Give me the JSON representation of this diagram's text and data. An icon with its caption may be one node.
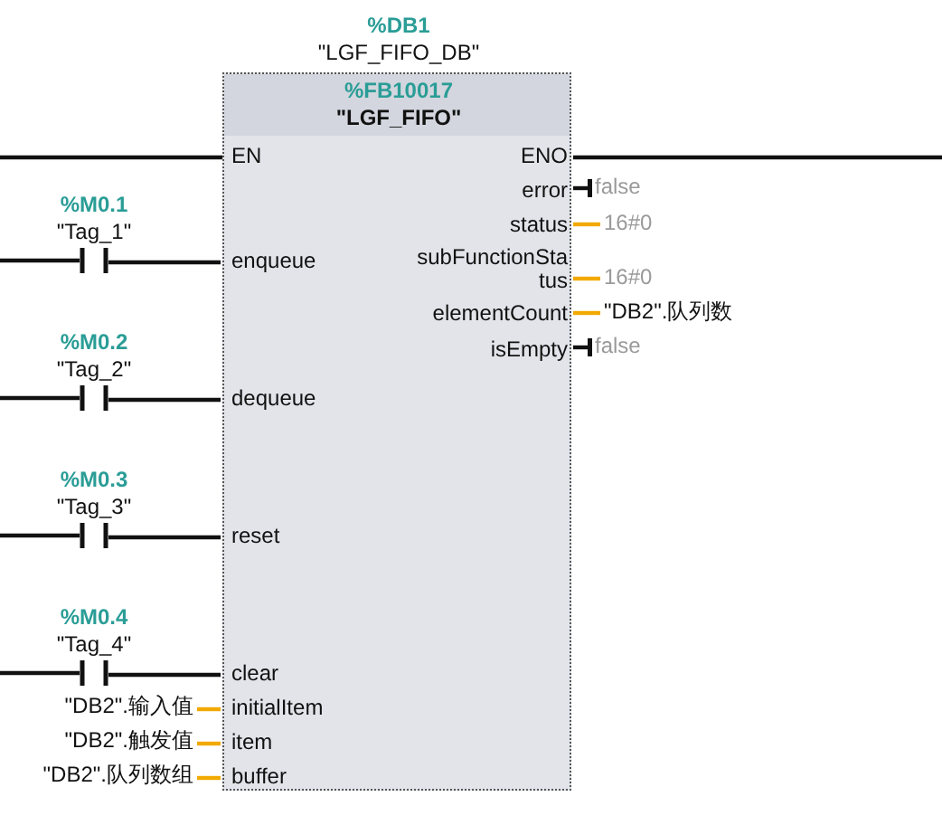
{
  "diagram": {
    "nodes": [
      {
        "text": [
          "%DB1",
          "\"LGF_FIFO_DB\"",
          "%FB10017",
          "\"LGF_FIFO\""
        ]
      },
      {
        "text": [
          "EN"
        ],
        "in": 0
      },
      {
        "text": [
          "enqueue"
        ],
        "in": 0
      },
      {
        "text": [
          "dequeue"
        ],
        "in": 0
      },
      {
        "text": [
          "reset"
        ],
        "in": 0
      },
      {
        "text": [
          "clear"
        ],
        "in": 0
      },
      {
        "text": [
          "initialItem"
        ],
        "in": 0
      },
      {
        "text": [
          "item"
        ],
        "in": 0
      },
      {
        "text": [
          "buffer"
        ],
        "in": 0
      },
      {
        "text": [
          "ENO"
        ],
        "in": 0
      },
      {
        "text": [
          "error"
        ],
        "in": 0
      },
      {
        "text": [
          "status"
        ],
        "in": 0
      },
      {
        "text": [
          "subFunctionSta tus"
        ],
        "in": 0
      },
      {
        "text": [
          "elementCount"
        ],
        "in": 0
      },
      {
        "text": [
          "isEmpty"
        ],
        "in": 0
      },
      {
        "text": [
          "%M0.1",
          "\"Tag_1\""
        ]
      },
      {
        "text": [
          "%M0.2",
          "\"Tag_2\""
        ]
      },
      {
        "text": [
          "%M0.3",
          "\"Tag_3\""
        ]
      },
      {
        "text": [
          "%M0.4",
          "\"Tag_4\""
        ]
      },
      {
        "text": [
          "\"DB2\".输入值"
        ]
      },
      {
        "text": [
          "\"DB2\".触发值"
        ]
      },
      {
        "text": [
          "\"DB2\".队列数组"
        ]
      },
      {
        "text": [
          "false"
        ]
      },
      {
        "text": [
          "16#0"
        ]
      },
      {
        "text": [
          "16#0"
        ]
      },
      {
        "text": [
          "\"DB2\".队列数"
        ]
      },
      {
        "text": [
          "false"
        ]
      }
    ],
    "edges": [
      {
        "from": null,
        "to": 1,
        "arrow": "none"
      },
      {
        "from": null,
        "to": 15,
        "arrow": "none"
      },
      {
        "from": 15,
        "to": 2,
        "arrow": "none"
      },
      {
        "from": null,
        "to": 16,
        "arrow": "none"
      },
      {
        "from": 16,
        "to": 3,
        "arrow": "none"
      },
      {
        "from": null,
        "to": 17,
        "arrow": "none"
      },
      {
        "from": 17,
        "to": 4,
        "arrow": "none"
      },
      {
        "from": null,
        "to": 18,
        "arrow": "none"
      },
      {
        "from": 18,
        "to": 5,
        "arrow": "none"
      },
      {
        "from": 19,
        "to": 6,
        "arrow": "none",
        "color": "#f2a900"
      },
      {
        "from": 20,
        "to": 7,
        "arrow": "none",
        "color": "#f2a900"
      },
      {
        "from": 21,
        "to": 8,
        "arrow": "none",
        "color": "#f2a900"
      },
      {
        "from": 9,
        "to": null,
        "arrow": "none"
      },
      {
        "from": 10,
        "to": 22,
        "arrow": "other"
      },
      {
        "from": 11,
        "to": 23,
        "arrow": "none",
        "color": "#f2a900"
      },
      {
        "from": 12,
        "to": 24,
        "arrow": "none",
        "color": "#f2a900"
      },
      {
        "from": 13,
        "to": 25,
        "arrow": "none",
        "color": "#f2a900"
      },
      {
        "from": 14,
        "to": 26,
        "arrow": "other"
      }
    ]
  }
}
